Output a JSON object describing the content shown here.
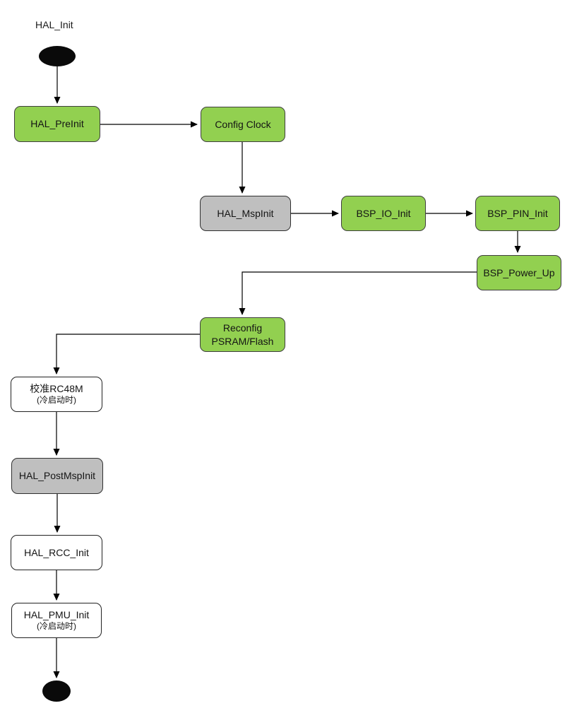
{
  "diagram": {
    "title_label": "HAL_Init",
    "colors": {
      "node_green": "#92D050",
      "node_gray": "#BFBFBF",
      "node_white": "#FFFFFF",
      "border": "#3F3F3F",
      "arrow": "#000000",
      "terminal": "#0A0A0A",
      "background": "#FFFFFF"
    },
    "nodes": {
      "start": {
        "type": "terminal"
      },
      "hal_preinit": {
        "label": "HAL_PreInit",
        "color": "green"
      },
      "config_clock": {
        "label": "Config Clock",
        "color": "green"
      },
      "hal_mspinit": {
        "label": "HAL_MspInit",
        "color": "gray"
      },
      "bsp_io_init": {
        "label": "BSP_IO_Init",
        "color": "green"
      },
      "bsp_pin_init": {
        "label": "BSP_PIN_Init",
        "color": "green"
      },
      "bsp_power_up": {
        "label": "BSP_Power_Up",
        "color": "green"
      },
      "reconfig": {
        "line1": "Reconfig",
        "line2": "PSRAM/Flash",
        "color": "green"
      },
      "calib_rc48m": {
        "line1": "校准RC48M",
        "line2": "(冷启动时)",
        "color": "white"
      },
      "hal_postmspinit": {
        "label": "HAL_PostMspInit",
        "color": "gray"
      },
      "hal_rcc_init": {
        "label": "HAL_RCC_Init",
        "color": "white"
      },
      "hal_pmu_init": {
        "line1": "HAL_PMU_Init",
        "line2": "(冷启动时)",
        "color": "white"
      },
      "end": {
        "type": "terminal"
      }
    },
    "edges": [
      {
        "from": "start",
        "to": "hal_preinit"
      },
      {
        "from": "hal_preinit",
        "to": "config_clock"
      },
      {
        "from": "config_clock",
        "to": "hal_mspinit"
      },
      {
        "from": "hal_mspinit",
        "to": "bsp_io_init"
      },
      {
        "from": "bsp_io_init",
        "to": "bsp_pin_init"
      },
      {
        "from": "bsp_pin_init",
        "to": "bsp_power_up"
      },
      {
        "from": "bsp_power_up",
        "to": "reconfig"
      },
      {
        "from": "reconfig",
        "to": "calib_rc48m"
      },
      {
        "from": "calib_rc48m",
        "to": "hal_postmspinit"
      },
      {
        "from": "hal_postmspinit",
        "to": "hal_rcc_init"
      },
      {
        "from": "hal_rcc_init",
        "to": "hal_pmu_init"
      },
      {
        "from": "hal_pmu_init",
        "to": "end"
      }
    ]
  }
}
